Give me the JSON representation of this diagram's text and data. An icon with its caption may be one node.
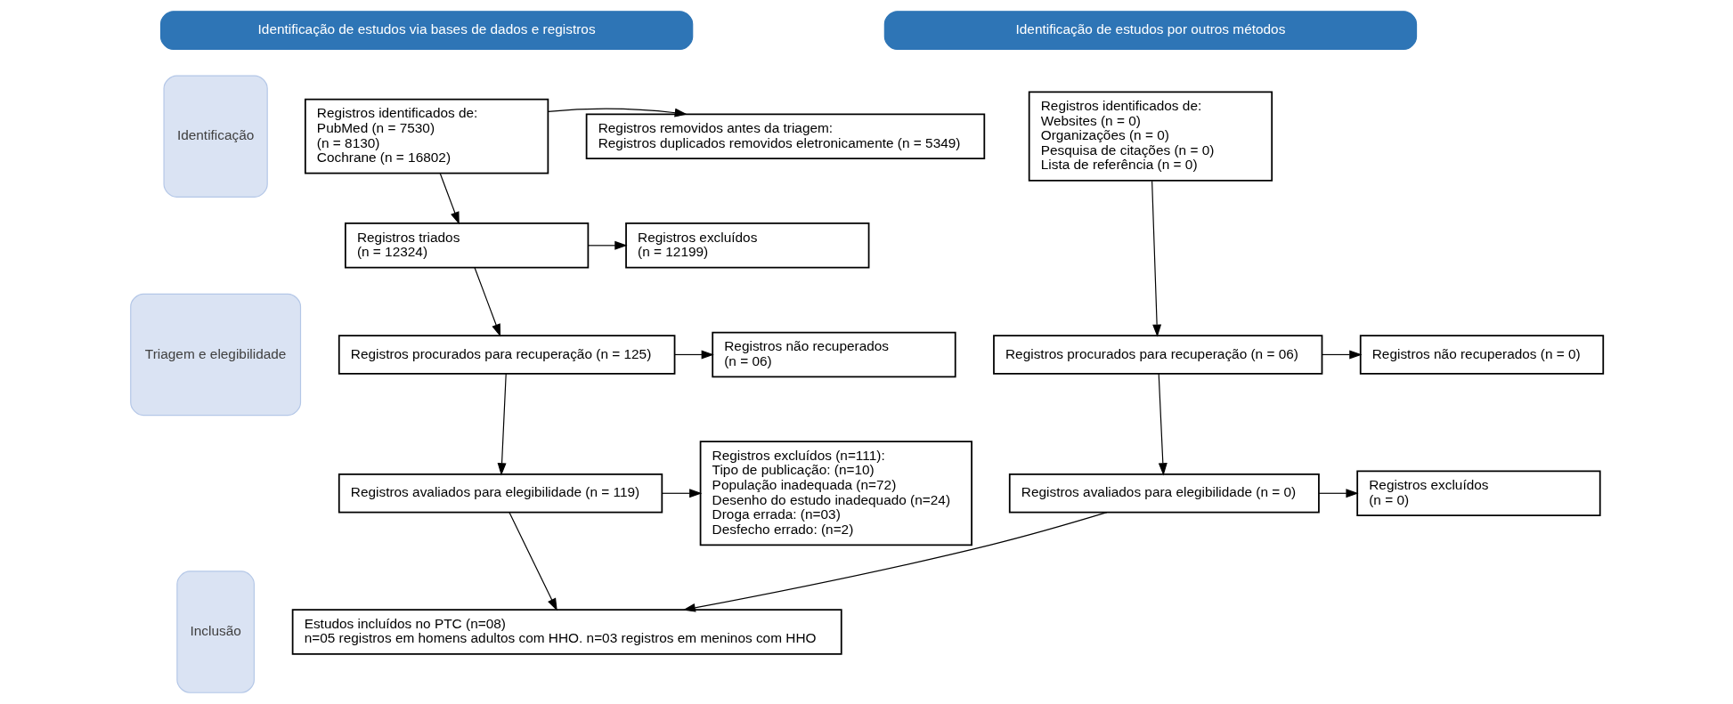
{
  "diagram": {
    "nodes": [
      {
        "text": [
          "Identificação de estudos via bases de dados e registros"
        ]
      },
      {
        "text": [
          "Identificação de estudos por outros métodos"
        ]
      },
      {
        "text": [
          "Identificação"
        ]
      },
      {
        "text": [
          "Triagem e elegibilidade"
        ]
      },
      {
        "text": [
          "Inclusão"
        ]
      },
      {
        "text": [
          "Registros identificados de:",
          "PubMed (n = 7530)",
          "(n = 8130)",
          "Cochrane (n = 16802)"
        ]
      },
      {
        "text": [
          "Registros removidos antes da triagem:",
          "Registros duplicados removidos eletronicamente (n = 5349)"
        ]
      },
      {
        "text": [
          "Registros identificados de:",
          "Websites (n = 0)",
          "Organizações (n = 0)",
          "Pesquisa de citações (n = 0)",
          "Lista de referência (n = 0)"
        ]
      },
      {
        "text": [
          "Registros triados",
          "(n = 12324)"
        ]
      },
      {
        "text": [
          "Registros excluídos",
          "(n = 12199)"
        ]
      },
      {
        "text": [
          "Registros procurados para recuperação (n = 125)"
        ]
      },
      {
        "text": [
          "Registros não recuperados",
          "(n = 06)"
        ]
      },
      {
        "text": [
          "Registros procurados para recuperação (n = 06)"
        ]
      },
      {
        "text": [
          "Registros não recuperados (n = 0)"
        ]
      },
      {
        "text": [
          "Registros avaliados para elegibilidade (n = 119)"
        ]
      },
      {
        "text": [
          "Registros excluídos (n=111):",
          "Tipo de publicação: (n=10)",
          "População inadequada (n=72)",
          "Desenho do estudo inadequado (n=24)",
          "Droga errada: (n=03)",
          "Desfecho errado: (n=2)"
        ]
      },
      {
        "text": [
          "Registros avaliados para elegibilidade (n = 0)"
        ]
      },
      {
        "text": [
          "Registros excluídos",
          "(n = 0)"
        ]
      },
      {
        "text": [
          "Estudos incluídos no PTC (n=08)",
          "n=05 registros em homens adultos com HHO. n=03 registros em meninos com HHO"
        ]
      }
    ],
    "edges": [
      {
        "from": 5,
        "to": 6,
        "arrow": "to"
      },
      {
        "from": 5,
        "to": 8,
        "arrow": "to"
      },
      {
        "from": 8,
        "to": 9,
        "arrow": "to"
      },
      {
        "from": 8,
        "to": 10,
        "arrow": "to"
      },
      {
        "from": 10,
        "to": 11,
        "arrow": "to"
      },
      {
        "from": 10,
        "to": 14,
        "arrow": "to"
      },
      {
        "from": 14,
        "to": 15,
        "arrow": "to"
      },
      {
        "from": 14,
        "to": 18,
        "arrow": "to"
      },
      {
        "from": 7,
        "to": 12,
        "arrow": "to"
      },
      {
        "from": 12,
        "to": 13,
        "arrow": "to"
      },
      {
        "from": 12,
        "to": 16,
        "arrow": "to"
      },
      {
        "from": 16,
        "to": 17,
        "arrow": "to"
      },
      {
        "from": 16,
        "to": 18,
        "arrow": "to"
      }
    ]
  }
}
